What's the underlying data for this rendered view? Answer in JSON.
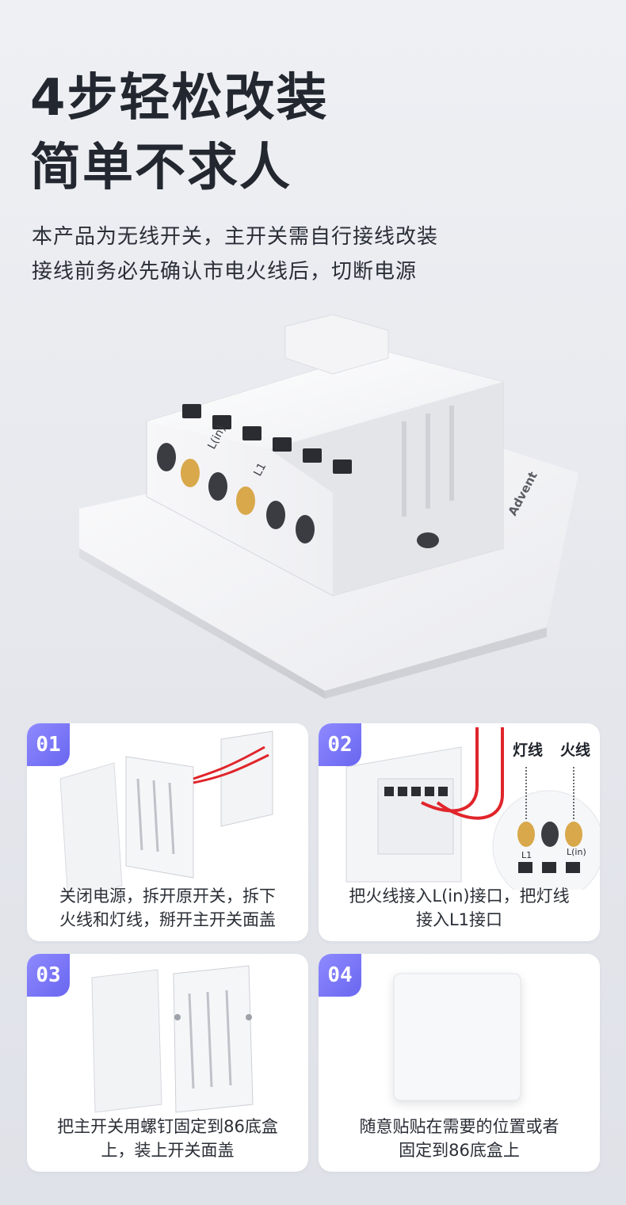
{
  "header": {
    "title_line1": "4步轻松改装",
    "title_line2": "简单不求人",
    "desc_line1": "本产品为无线开关，主开关需自行接线改装",
    "desc_line2": "接线前务必先确认市电火线后，切断电源"
  },
  "hero": {
    "brand_mark": "Advent",
    "terminal_left": "L(in)",
    "terminal_right": "L1"
  },
  "steps": [
    {
      "number": "01",
      "caption_line1": "关闭电源，拆开原开关，拆下",
      "caption_line2": "火线和灯线，掰开主开关面盖"
    },
    {
      "number": "02",
      "caption_line1": "把火线接入L(in)接口，把灯线",
      "caption_line2": "接入L1接口",
      "label_lamp_wire": "灯线",
      "label_live_wire": "火线",
      "terminal_l1": "L1",
      "terminal_lin": "L(in)"
    },
    {
      "number": "03",
      "caption_line1": "把主开关用螺钉固定到86底盒",
      "caption_line2": "上，装上开关面盖"
    },
    {
      "number": "04",
      "caption_line1": "随意贴贴在需要的位置或者",
      "caption_line2": "固定到86底盒上"
    }
  ],
  "colors": {
    "badge": "#7b77f7",
    "wire": "#e0252b",
    "card": "#ffffff"
  }
}
